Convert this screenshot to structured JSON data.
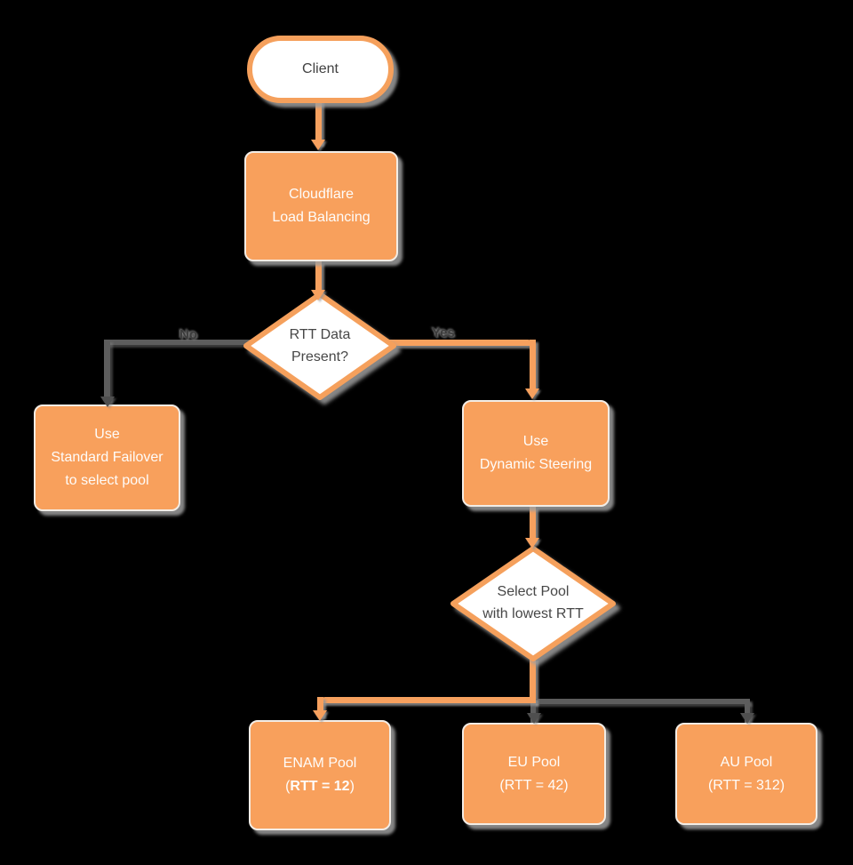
{
  "diagram": {
    "title": "Cloudflare Load Balancing RTT flowchart",
    "colors": {
      "background": "#000000",
      "node_orange": "#F8A05C",
      "outline_orange": "#F5A05C",
      "connector_gray": "#5D5D5D",
      "shadow_gray": "#9E9E9E",
      "text_dark": "#474747",
      "text_light": "#FFFFFF"
    },
    "nodes": {
      "client": {
        "label": "Client"
      },
      "cloudflare": {
        "line1": "Cloudflare",
        "line2": "Load Balancing"
      },
      "rtt_decision": {
        "line1": "RTT Data",
        "line2": "Present?"
      },
      "standard_failover": {
        "line1": "Use",
        "line2": "Standard Failover",
        "line3": "to select pool"
      },
      "dynamic_steering": {
        "line1": "Use",
        "line2": "Dynamic Steering"
      },
      "select_pool": {
        "line1": "Select Pool",
        "line2": "with lowest RTT"
      },
      "enam_pool": {
        "line1": "ENAM Pool",
        "paren_open": "(",
        "rtt_bold": "RTT = 12",
        "paren_close": ")"
      },
      "eu_pool": {
        "line1": "EU Pool",
        "line2": "(RTT = 42)"
      },
      "au_pool": {
        "line1": "AU Pool",
        "line2": "(RTT = 312)"
      }
    },
    "edge_labels": {
      "no": "No",
      "yes": "Yes"
    }
  }
}
